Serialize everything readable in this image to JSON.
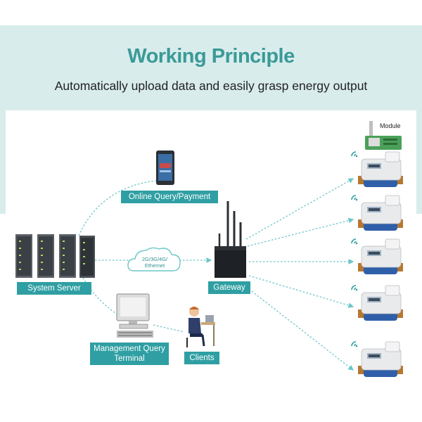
{
  "header": {
    "title": "Working Principle",
    "subtitle": "Automatically upload data and easily grasp energy output"
  },
  "nodes": {
    "online_query": "Online Query/Payment",
    "system_server": "System Server",
    "gateway": "Gateway",
    "management_terminal_line1": "Management Query",
    "management_terminal_line2": "Terminal",
    "clients": "Clients",
    "network_line1": "2G/3G/4G/",
    "network_line2": "Ethernet",
    "module": "Module"
  },
  "colors": {
    "accent": "#3a9a97",
    "label_bg": "#2f9fa3",
    "band": "#d9ecec",
    "connector": "#6cc6c8"
  },
  "meters": [
    {
      "icon": "water-meter"
    },
    {
      "icon": "water-meter"
    },
    {
      "icon": "water-meter"
    },
    {
      "icon": "water-meter"
    },
    {
      "icon": "water-meter"
    }
  ]
}
